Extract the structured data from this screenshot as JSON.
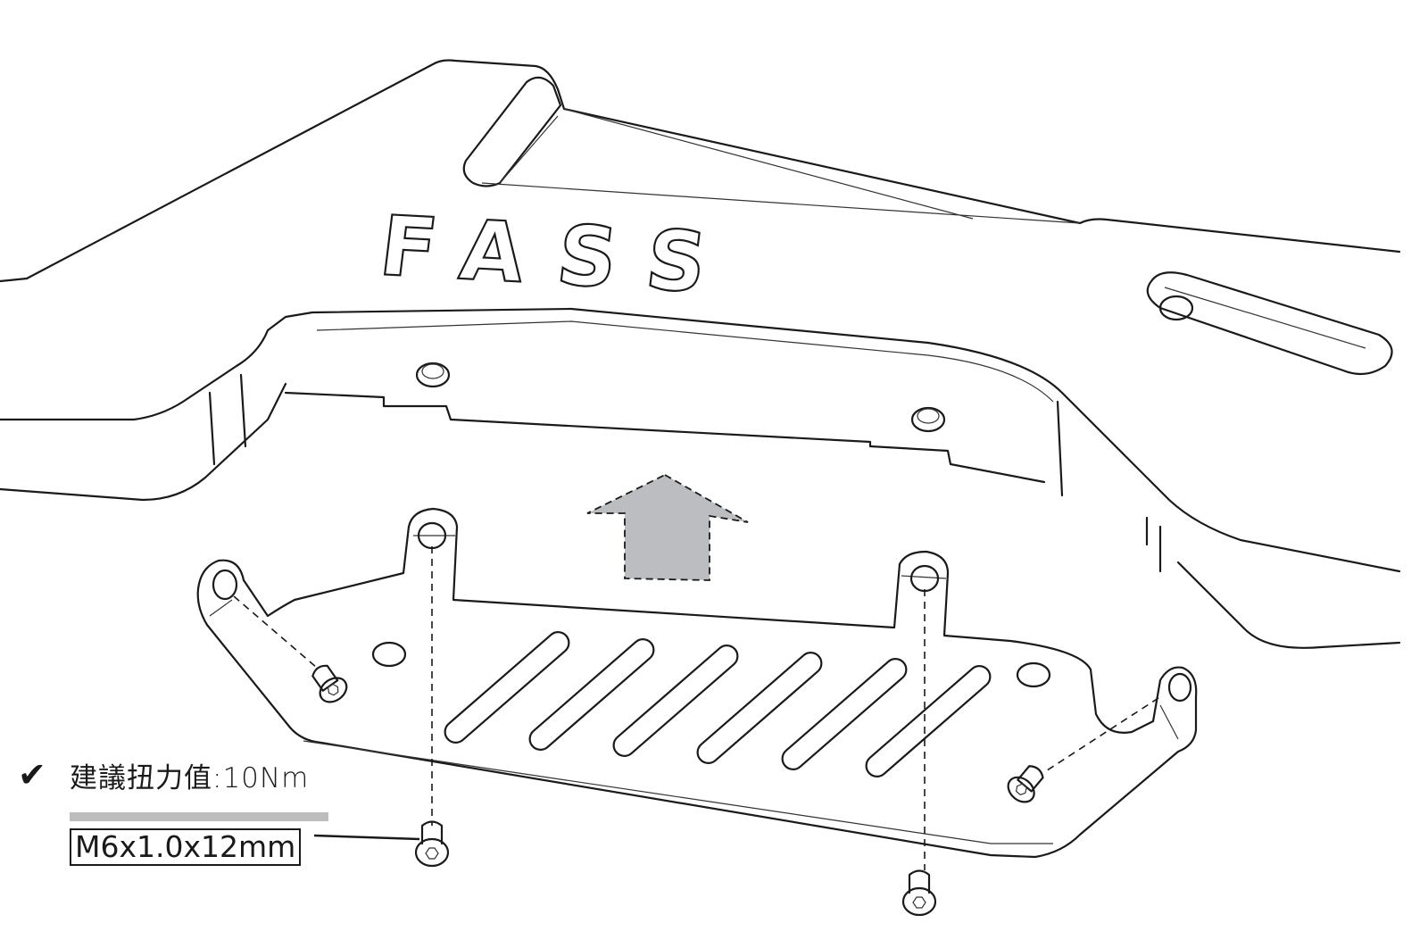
{
  "diagram": {
    "brand_logo_text": "FASS",
    "torque_label": "建議扭力值:10Nm",
    "screw_spec": "M6x1.0x12mm",
    "check_icon": "checkmark-icon",
    "arrow_color": "#bcbdc0",
    "underline_color": "#bdbdbd"
  }
}
